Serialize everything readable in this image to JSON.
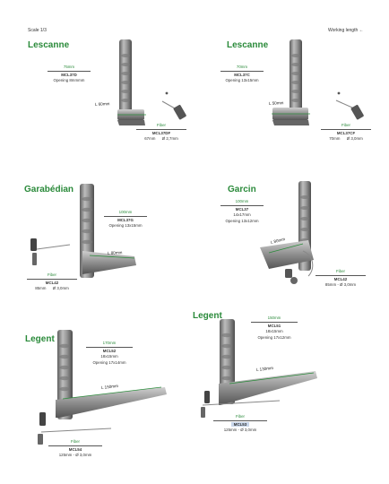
{
  "header": {
    "scale": "Scale 1/3",
    "working_length": "Working length ←"
  },
  "blocks": [
    {
      "title": "Lescanne",
      "length": "75mm",
      "code": "MCL37D",
      "opening": "Opening 8mmmm",
      "blade_label": "L 60mm",
      "fiber_head": "Fiber",
      "fiber_code": "MCL37DF",
      "fiber_spec": "67mm      Ø 2,7mm"
    },
    {
      "title": "Lescanne",
      "length": "70mm",
      "code": "MCL37C",
      "opening": "Opening 13x15mm",
      "blade_label": "L 50mm",
      "fiber_head": "Fiber",
      "fiber_code": "MCL37CF",
      "fiber_spec": "70mm      Ø 3,0mm"
    },
    {
      "title": "Garabédian",
      "length": "100mm",
      "code": "MCL37G",
      "opening": "Opening 13x15mm",
      "blade_label": "L 80mm",
      "fiber_head": "Fiber",
      "fiber_code": "MCL42",
      "fiber_spec": "85mm      Ø 3,0mm"
    },
    {
      "title": "Garcin",
      "length": "100mm",
      "code": "MCL37",
      "opening": "14x17mm\nOpening 13x12mm",
      "blade_label": "L 80mm",
      "fiber_head": "Fiber",
      "fiber_code": "MCL42",
      "fiber_spec": "85mm - Ø 3,0mm"
    },
    {
      "title": "Legent",
      "length": "170mm",
      "code": "MCL52",
      "opening": "18x15mm\nOpening 17x14mm",
      "blade_label": "L 150mm",
      "fiber_head": "Fiber",
      "fiber_code": "MCL54",
      "fiber_spec": "125mm - Ø 3,0mm"
    },
    {
      "title": "Legent",
      "length": "150mm",
      "code": "MCL51",
      "opening": "18x15mm\nOpening 17x12mm",
      "blade_label": "L 130mm",
      "fiber_head": "Fiber",
      "fiber_code": "MCL53",
      "fiber_spec": "125mm - Ø 3,0mm"
    }
  ],
  "colors": {
    "accent_green": "#2a8a3a",
    "metal_light": "#b9b9b9",
    "metal_dark": "#6d6d6d",
    "highlight": "#c8d6ea"
  }
}
